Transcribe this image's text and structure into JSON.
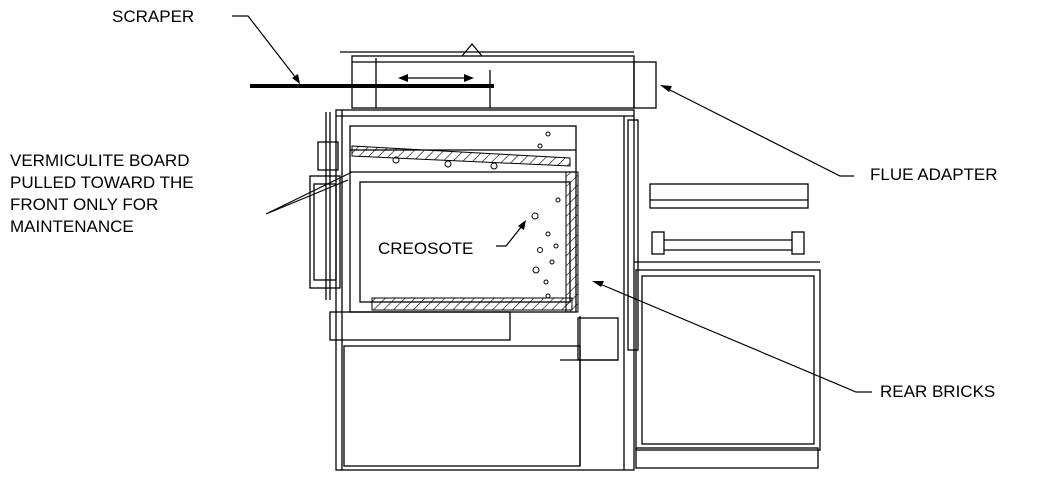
{
  "labels": {
    "scraper": "SCRAPER",
    "vermiculite": [
      "VERMICULITE BOARD",
      "PULLED TOWARD THE",
      "FRONT ONLY FOR",
      "MAINTENANCE"
    ],
    "creosote": "CREOSOTE",
    "flue_adapter": "FLUE ADAPTER",
    "rear_bricks": "REAR BRICKS"
  },
  "colors": {
    "line": "#000000",
    "hatch": "#000000",
    "background": "#ffffff"
  }
}
